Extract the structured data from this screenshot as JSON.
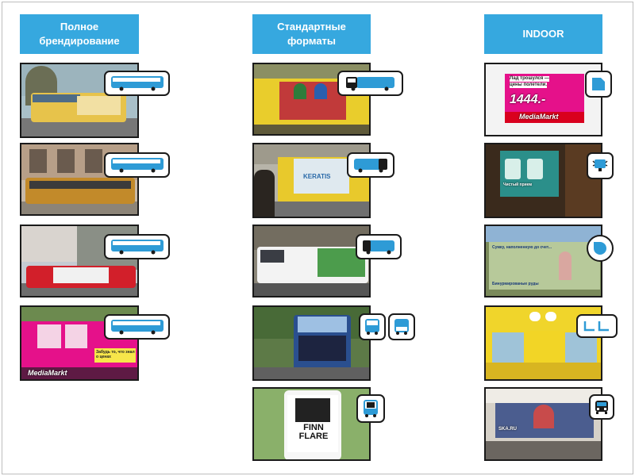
{
  "columns": [
    {
      "header": "Полное брендирование"
    },
    {
      "header": "Стандартные форматы"
    },
    {
      "header": "INDOOR"
    }
  ],
  "photo_texts": {
    "r1c3_line1": "Лад трошулся —",
    "r1c3_line2": "цены полетели.",
    "r1c3_price": "1444.-",
    "r1c3_brand": "MediaMarkt",
    "r2c2_ad": "KERATIS",
    "r2c3_ad": "Чистый прием",
    "r3c3_ad": "Сумку, наполненную до счет...",
    "r3c3_ad2": "Бинурмированые руды",
    "r4c1_brand": "MediaMarkt",
    "r4c1_promo": "Забудь то, что знал о ценах",
    "r5c2_ad": "FINN FLARE",
    "r5c3_ad": "SKA.RU"
  },
  "colors": {
    "accent": "#36a8df",
    "icon_blue": "#2e9bd6",
    "badge_border": "#1a1a1a",
    "media_markt_red": "#d9001e",
    "magenta": "#e5118a"
  },
  "icons": [
    "bus-side-icon",
    "bus-rear-icon",
    "bus-front-icon",
    "panel-corner-icon",
    "lightbox-icon",
    "sticker-round-icon",
    "handrail-icon",
    "bus-interior-front-icon"
  ]
}
